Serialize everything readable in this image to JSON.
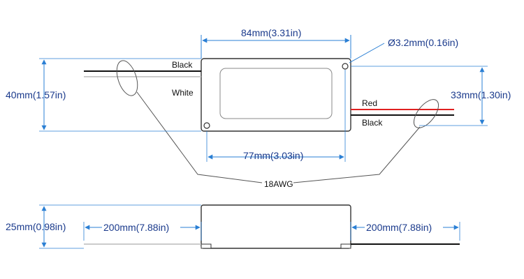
{
  "top_view": {
    "width_label": "84mm(3.31in)",
    "hole_label": "Ø3.2mm(0.16in)",
    "height_label": "40mm(1.57in)",
    "hole_spacing_v_label": "33mm(1.30in)",
    "hole_spacing_h_label": "77mm(3.03in)",
    "input_wire_top": "Black",
    "input_wire_bottom": "White",
    "output_wire_top": "Red",
    "output_wire_bottom": "Black",
    "gauge_label": "18AWG"
  },
  "side_view": {
    "thickness_label": "25mm(0.98in)",
    "left_lead_label": "200mm(7.88in)",
    "right_lead_label": "200mm(7.88in)"
  },
  "colors": {
    "dimension": "#2a7fd4",
    "dimension_text": "#1a3a8c",
    "outline": "#333333",
    "wire_black": "#111111",
    "wire_red": "#e02020",
    "wire_white": "#bbbbbb"
  }
}
